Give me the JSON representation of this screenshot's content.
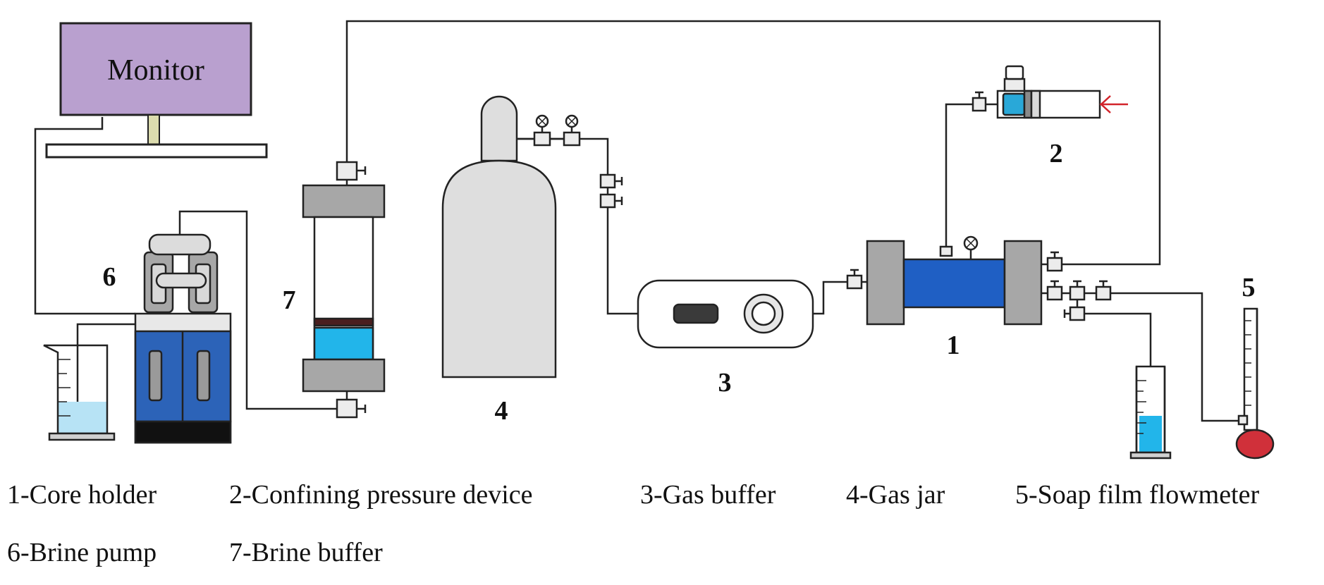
{
  "monitor": {
    "label": "Monitor"
  },
  "numbers": {
    "n1": "1",
    "n2": "2",
    "n3": "3",
    "n4": "4",
    "n5": "5",
    "n6": "6",
    "n7": "7"
  },
  "legend": {
    "row1": [
      "1-Core holder",
      "2-Confining pressure device",
      "3-Gas buffer",
      "4-Gas jar",
      "5-Soap film flowmeter"
    ],
    "row2": [
      "6-Brine pump",
      "7-Brine buffer"
    ]
  },
  "colors": {
    "monitor_screen": "#b9a0cf",
    "core_blue": "#1f5fc4",
    "pump_blue": "#2c63b8",
    "liquid_light": "#b7e3f5",
    "brine_cyan": "#22b5ea",
    "gray_body": "#a7a7a7",
    "flow_red": "#d0303a",
    "arrow_red": "#d2232a"
  }
}
